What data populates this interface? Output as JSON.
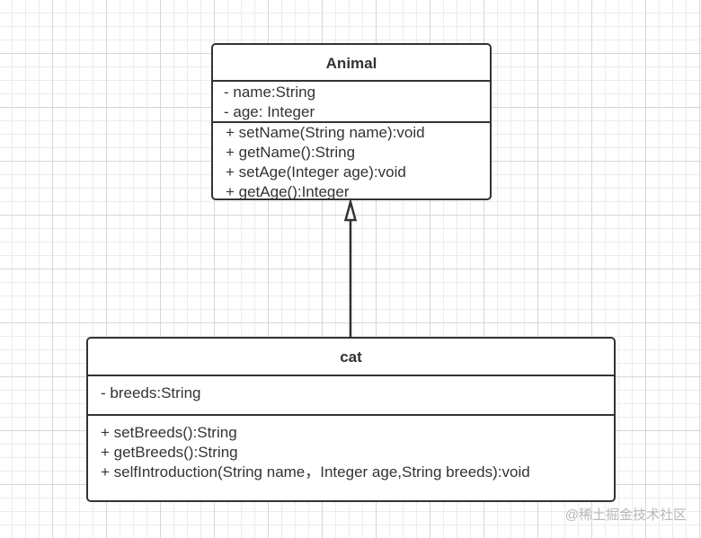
{
  "classes": [
    {
      "name": "Animal",
      "attributes": [
        "- name:String",
        "- age: Integer"
      ],
      "operations": [
        "+ setName(String name):void",
        "+ getName():String",
        "+ setAge(Integer age):void",
        "+ getAge():Integer"
      ]
    },
    {
      "name": "cat",
      "attributes": [
        "- breeds:String"
      ],
      "operations": [
        "+ setBreeds():String",
        "+ getBreeds():String",
        "+ selfIntroduction(String name，Integer age,String breeds):void"
      ]
    }
  ],
  "relationships": [
    {
      "type": "generalization",
      "from": "cat",
      "to": "Animal"
    }
  ],
  "watermark": "@稀土掘金技术社区",
  "colors": {
    "stroke": "#333333",
    "text": "#333333",
    "grid_major": "#d7d7d7",
    "grid_minor": "#ececec",
    "watermark": "#b8b8b8"
  }
}
